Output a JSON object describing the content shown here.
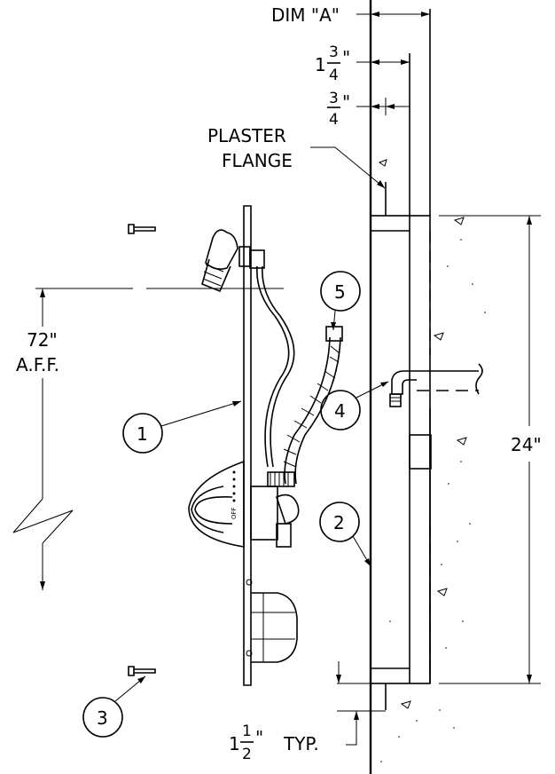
{
  "dimensions": {
    "dim_a": "DIM  \"A\"",
    "one_three_quarter": {
      "whole": "1",
      "num": "3",
      "den": "4",
      "mark": "\""
    },
    "three_quarter": {
      "num": "3",
      "den": "4",
      "mark": "\""
    },
    "height_aff": {
      "value": "72\"",
      "note": "A.F.F."
    },
    "overall_height": "24\"",
    "one_half_typ": {
      "whole": "1",
      "num": "1",
      "den": "2",
      "mark": "\"",
      "suffix": "TYP."
    }
  },
  "labels": {
    "plaster_flange_line1": "PLASTER",
    "plaster_flange_line2": "FLANGE"
  },
  "callouts": [
    "1",
    "2",
    "3",
    "4",
    "5"
  ],
  "knob_text": "OFF"
}
